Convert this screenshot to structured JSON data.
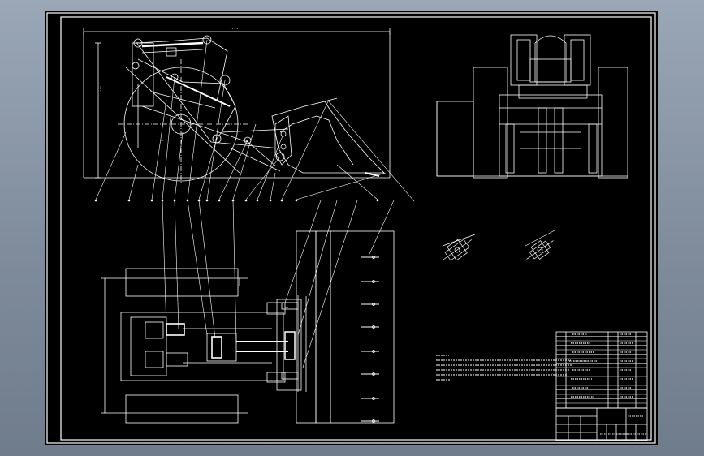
{
  "drawing": {
    "background": "#000000",
    "line_color": "#ffffff",
    "frame_color": "#ffffff",
    "viewer_background": "#8a97a7"
  },
  "side_view": {
    "callout_count": 16
  },
  "front_view": {},
  "plan_view": {
    "tooth_count": 8
  },
  "detail_views": {
    "count": 2
  },
  "title_block": {
    "bom_rows": 17
  }
}
